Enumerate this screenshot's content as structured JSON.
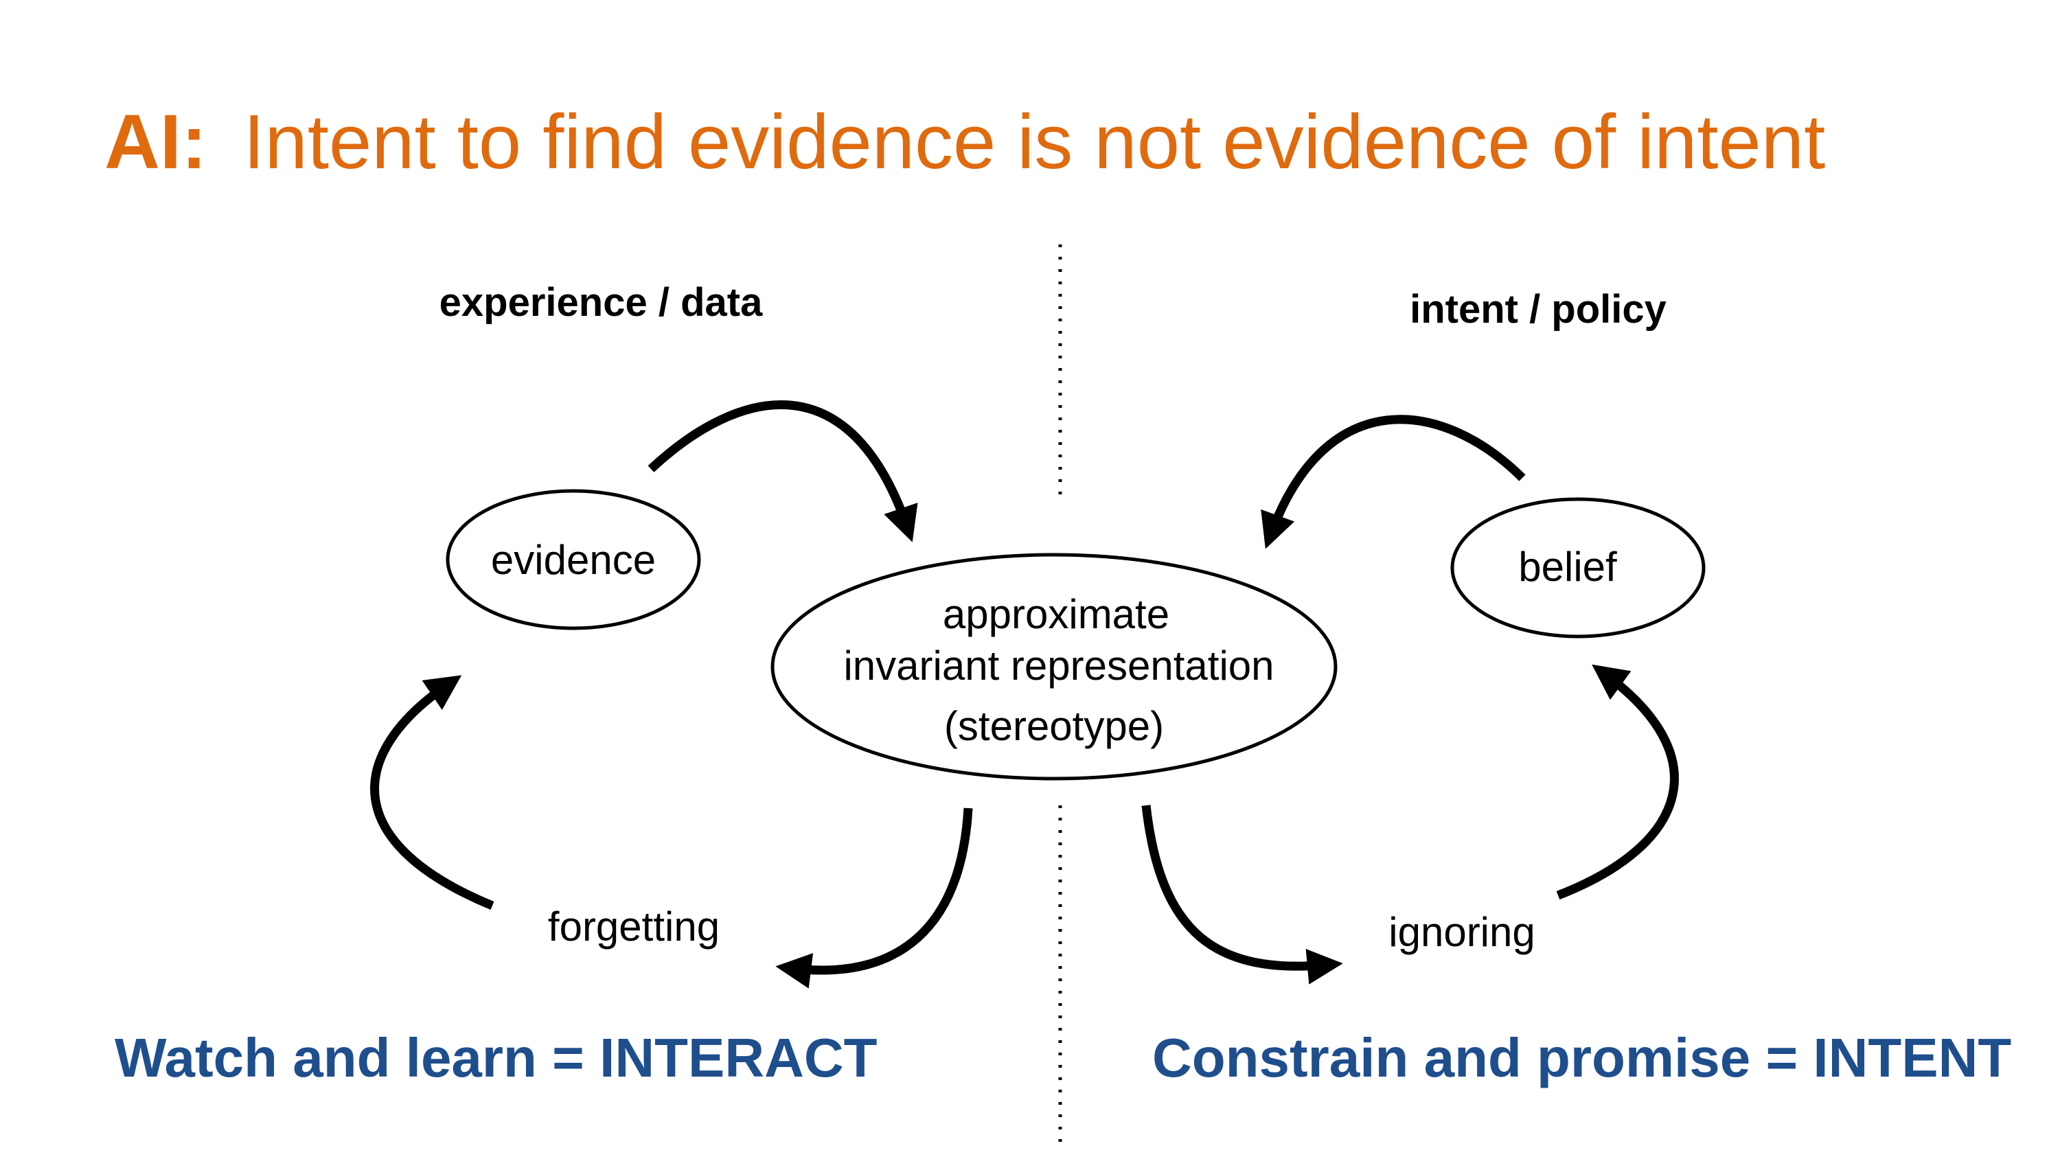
{
  "title": {
    "prefix": "AI:",
    "text": "Intent to find evidence is not evidence of intent"
  },
  "headings": {
    "left": "experience / data",
    "right": "intent / policy"
  },
  "nodes": {
    "evidence": "evidence",
    "center_lines": [
      "approximate",
      "invariant representation",
      "(stereotype)"
    ],
    "belief": "belief"
  },
  "edge_labels": {
    "forgetting": "forgetting",
    "ignoring": "ignoring"
  },
  "footer": {
    "left": "Watch and learn = INTERACT",
    "right": "Constrain and promise = INTENT"
  },
  "colors": {
    "title": "#e06a0e",
    "footer": "#1f4e8c"
  }
}
